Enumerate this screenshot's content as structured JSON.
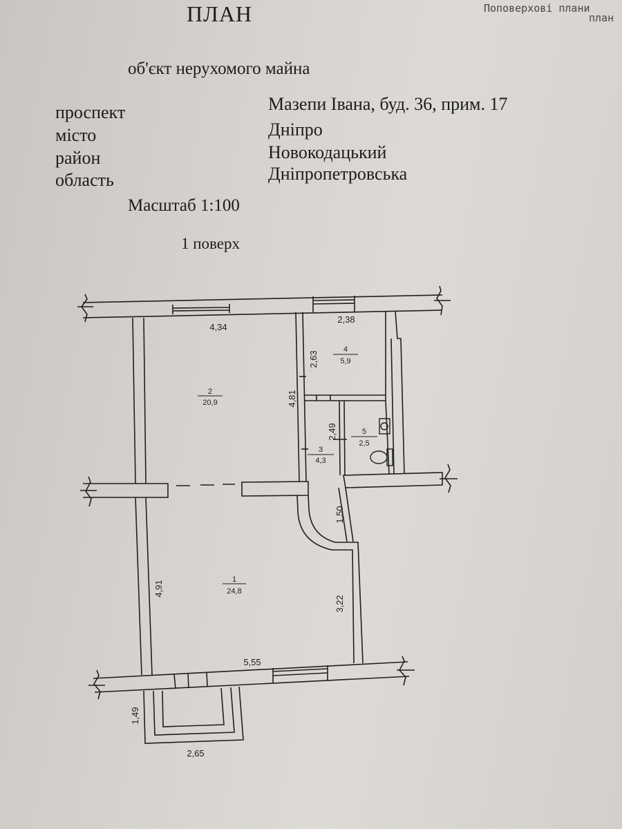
{
  "header": {
    "title": "ПЛАН",
    "corner_line1": "Поповерхові плани",
    "corner_line2": "план",
    "subtitle": "об'єкт нерухомого майна"
  },
  "address": [
    {
      "label": "проспект",
      "value": "Мазепи Івана, буд. 36, прим. 17"
    },
    {
      "label": "місто",
      "value": "Дніпро"
    },
    {
      "label": "район",
      "value": "Новокодацький"
    },
    {
      "label": "область",
      "value": "Дніпропетровська"
    }
  ],
  "scale": "Масштаб 1:100",
  "floor": "1 поверх",
  "rooms": [
    {
      "number": "1",
      "area": "24,8"
    },
    {
      "number": "2",
      "area": "20,9"
    },
    {
      "number": "3",
      "area": "4,3"
    },
    {
      "number": "4",
      "area": "5,9"
    },
    {
      "number": "5",
      "area": "2,5"
    }
  ],
  "dimensions": {
    "room2_width": "4,34",
    "room4_width": "2,38",
    "room4_height": "2,63",
    "room2_height": "4,81",
    "room5_height": "2,49",
    "corridor_length": "1,50",
    "room1_height": "4,91",
    "room1_right_height": "3,22",
    "room1_width": "5,55",
    "balcony_depth": "1,49",
    "balcony_width": "2,65"
  }
}
